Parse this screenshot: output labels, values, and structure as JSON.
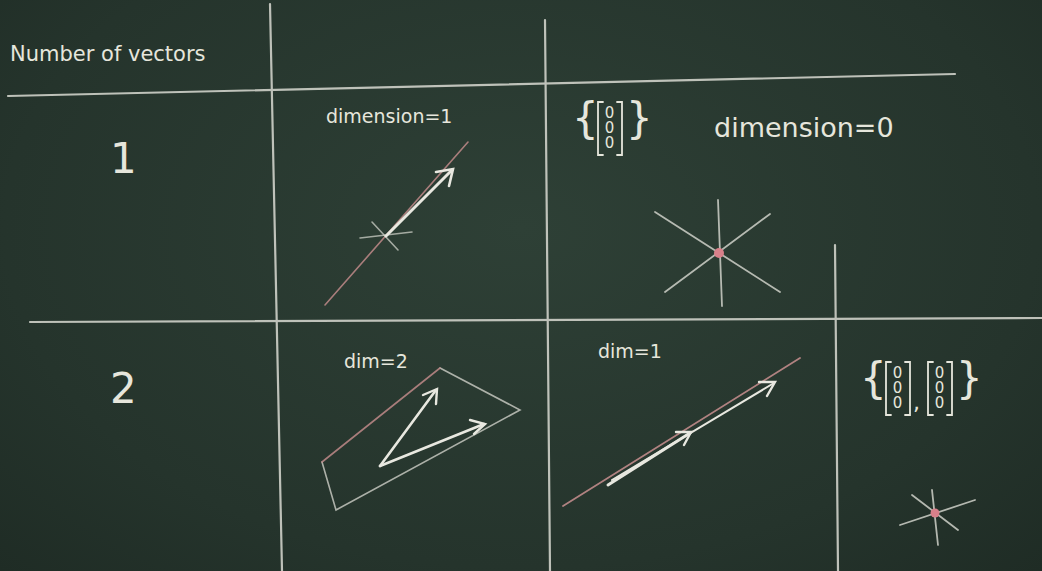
{
  "diagram": {
    "labels": [
      "Number of vectors",
      "1",
      "dimension=1",
      "{",
      "0 0 0",
      "}",
      "dimension=0",
      "2",
      "dim=2",
      "dim=1",
      "{",
      "0 0 0",
      ",",
      "0 0 0",
      "}"
    ]
  }
}
